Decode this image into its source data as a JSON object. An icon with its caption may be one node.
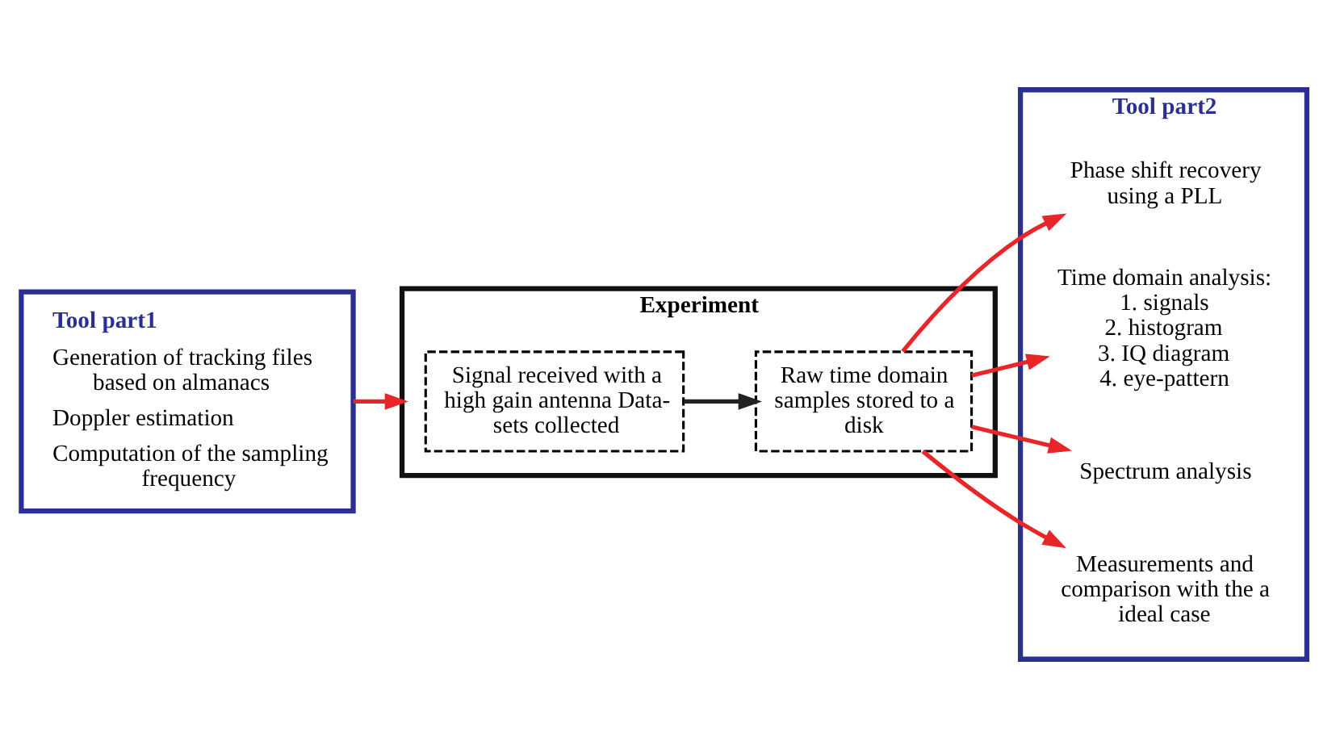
{
  "diagram": {
    "nodes": [
      {
        "text": [
          "Tool part1",
          "Generation of tracking files based on almanacs",
          "Doppler estimation",
          "Computation of the sampling frequency"
        ]
      },
      {
        "text": [
          "Experiment"
        ]
      },
      {
        "text": [
          "Signal received with a high gain antenna Data-sets collected"
        ],
        "in": 1
      },
      {
        "text": [
          "Raw time domain samples stored to a disk"
        ],
        "in": 1
      },
      {
        "text": [
          "Tool part2"
        ]
      },
      {
        "text": [
          "Phase shift recovery using a PLL"
        ],
        "in": 4
      },
      {
        "text": [
          "Time domain analysis:",
          "1. signals",
          "2. histogram",
          "3. IQ diagram",
          "4. eye-pattern"
        ],
        "in": 4
      },
      {
        "text": [
          "Spectrum analysis"
        ],
        "in": 4
      },
      {
        "text": [
          "Measurements and comparison with the a ideal case"
        ],
        "in": 4
      }
    ],
    "edges": [
      {
        "from": 0,
        "to": 1,
        "arrow": "to"
      },
      {
        "from": 2,
        "to": 3,
        "arrow": "to",
        "color": "#222222"
      },
      {
        "from": 3,
        "to": 5,
        "arrow": "to"
      },
      {
        "from": 3,
        "to": 6,
        "arrow": "to"
      },
      {
        "from": 3,
        "to": 7,
        "arrow": "to"
      },
      {
        "from": 3,
        "to": 8,
        "arrow": "to"
      }
    ]
  }
}
